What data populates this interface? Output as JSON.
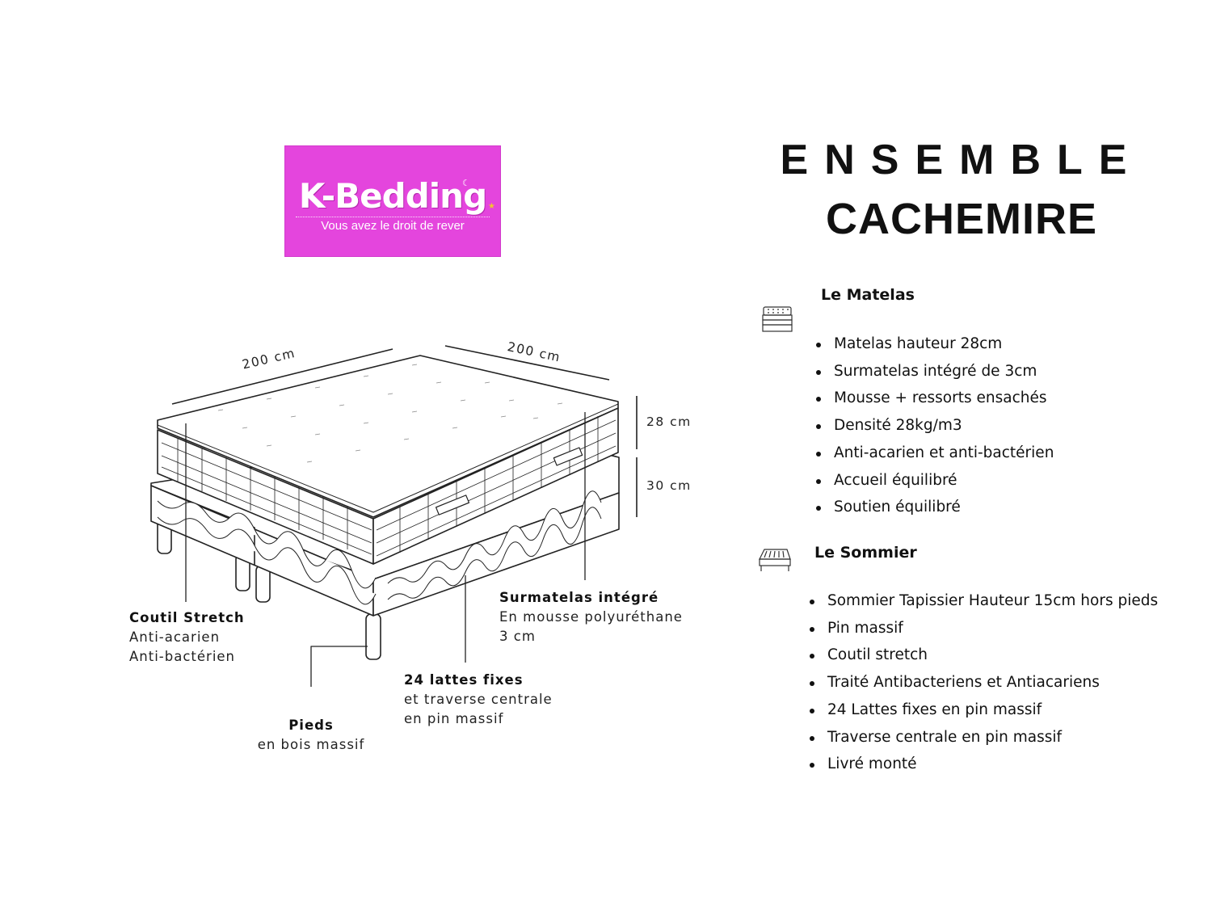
{
  "logo": {
    "brand": "K-Bedding",
    "tagline": "Vous avez le droit de rever",
    "bg_color": "#e445dd"
  },
  "title": {
    "line1": "ENSEMBLE",
    "line2": "CACHEMIRE"
  },
  "diagram": {
    "width_label": "200 cm",
    "length_label": "200 cm",
    "mattress_height_label": "28 cm",
    "base_height_label": "30 cm",
    "callouts": {
      "coutil": {
        "title": "Coutil Stretch",
        "lines": [
          "Anti-acarien",
          "Anti-bactérien"
        ]
      },
      "surmatelas": {
        "title": "Surmatelas intégré",
        "lines": [
          "En mousse polyuréthane",
          "3 cm"
        ]
      },
      "lattes": {
        "title": "24 lattes fixes",
        "lines": [
          "et traverse centrale",
          "en pin massif"
        ]
      },
      "pieds": {
        "title": "Pieds",
        "lines": [
          "en bois massif"
        ]
      }
    }
  },
  "matelas": {
    "icon": "mattress-icon",
    "title": "Le Matelas",
    "items": [
      "Matelas hauteur 28cm",
      "Surmatelas intégré de 3cm",
      "Mousse + ressorts ensachés",
      "Densité 28kg/m3",
      "Anti-acarien et anti-bactérien",
      "Accueil équilibré",
      "Soutien équilibré"
    ]
  },
  "sommier": {
    "icon": "bed-base-icon",
    "title": "Le Sommier",
    "items": [
      "Sommier Tapissier Hauteur 15cm hors pieds",
      "Pin massif",
      "Coutil stretch",
      "Traité Antibacteriens et Antiacariens",
      "24 Lattes fixes en pin massif",
      "Traverse centrale en pin massif",
      "Livré monté"
    ]
  }
}
